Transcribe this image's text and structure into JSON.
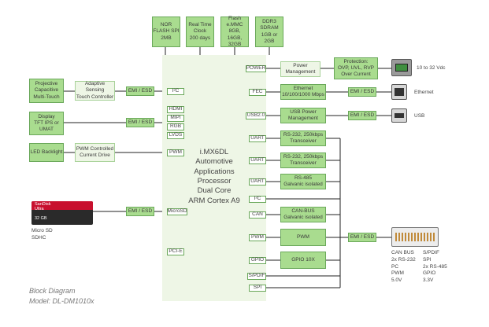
{
  "top_blocks": [
    {
      "id": "nor",
      "text": "NOR\nFLASH SPI\n2MB"
    },
    {
      "id": "rtc",
      "text": "Real Time\nClock\n200 days"
    },
    {
      "id": "emmc",
      "text": "Flash\ne.MMC\n8GB, 16GB,\n32GB"
    },
    {
      "id": "ddr3",
      "text": "DDR3\nSDRAM\n1GB or\n2GB"
    }
  ],
  "cpu": {
    "title": "i.MX6DL\nAutomotive\nApplications\nProcessor\nDual Core\nARM Cortex A9"
  },
  "left_ports": {
    "i2c": "I²C",
    "hdmi": "HDMI",
    "mipi": "MIPI",
    "rgb": "RGB",
    "lvds": "LVDS",
    "pwm": "PWM",
    "microsd": "MicroSD",
    "pcie": "PCI-E"
  },
  "right_ports": {
    "power": "POWER",
    "fec": "FEC",
    "usb": "USB2.0",
    "uart1": "UART",
    "uart2": "UART",
    "uart3": "UART",
    "i2c": "I²C",
    "can": "CAN",
    "pwm": "PWM",
    "gpio": "GPIO",
    "spdif": "S/PDIF",
    "spi": "SPI"
  },
  "left_blocks": {
    "touch": "Projective\nCapacitive\nMulti-Touch",
    "touch_ctrl": "Adaptive Sensing\nTouch Controller",
    "display": "Display\nTFT IPS or\nUMAT",
    "led": "LED Backlight",
    "pwm_ctrl": "PWM Controlled\nCurrent Drive"
  },
  "emi": "EMI / ESD",
  "right_blocks": {
    "power_mgmt": "Power\nManagement",
    "protection": "Protection:\nOVP, UVL, RVP\nOver Current",
    "ethernet": "Ethernet\n10/100/1000 Mbps",
    "usb_power": "USB Power\nManagement",
    "rs232a": "RS-232, 250kbps\nTransceiver",
    "rs232b": "RS-232, 250kbps\nTransceiver",
    "rs485": "RS-485\nGalvanic isolated",
    "canbus": "CAN-BUS\nGalvanic isolated",
    "pwm": "PWM",
    "gpio": "GPIO 10X"
  },
  "connector_labels": {
    "power": "10 to 32 Vdc",
    "ethernet": "Ethernet",
    "usb": "USB",
    "microsd": "Micro SD\nSDHC",
    "sd_brand": "SanDisk\nUltra",
    "sd_size": "32 GB",
    "col1": "CAN BUS\n2x RS-232\nPC\nPWM\n5.0V",
    "col2": "S/PDIF\nSPI\n2x RS-485\nGPIO\n3.3V"
  },
  "caption": {
    "line1": "Block Diagram",
    "line2": "Model: DL-DM1010x"
  },
  "colors": {
    "block_green": "#a9dc8f",
    "block_light": "#eef6e6",
    "border": "#6aa85a"
  }
}
